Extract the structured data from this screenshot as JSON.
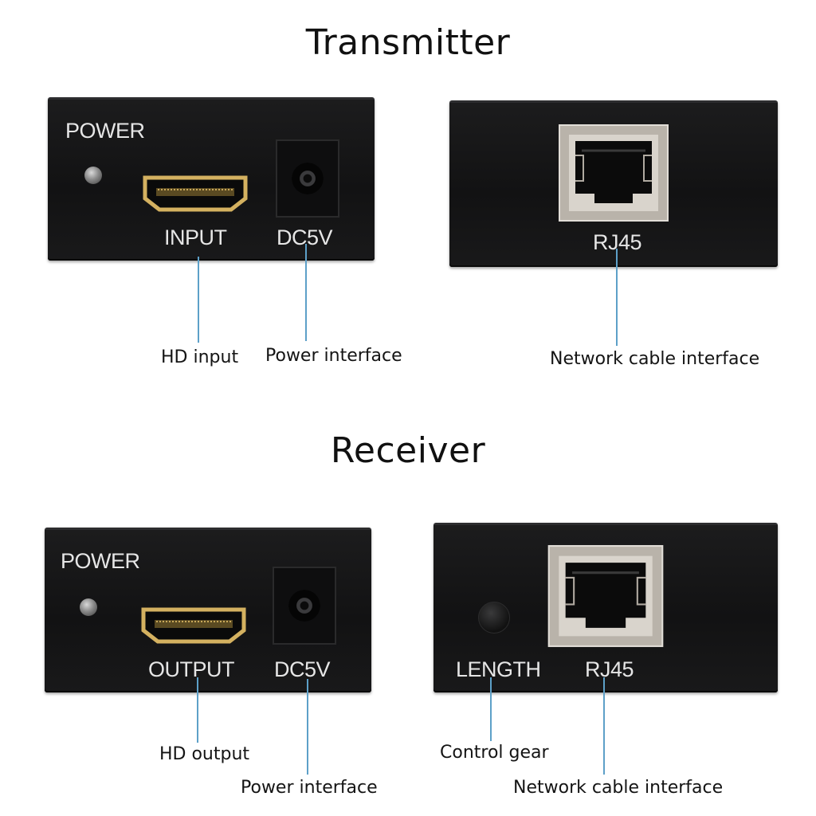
{
  "transmitter": {
    "title": "Transmitter",
    "front": {
      "power_label": "POWER",
      "input_label": "INPUT",
      "dc_label": "DC5V"
    },
    "back": {
      "rj45_label": "RJ45"
    },
    "captions": {
      "hd_input": "HD input",
      "power_interface": "Power interface",
      "network": "Network cable interface"
    }
  },
  "receiver": {
    "title": "Receiver",
    "front": {
      "power_label": "POWER",
      "output_label": "OUTPUT",
      "dc_label": "DC5V"
    },
    "back": {
      "length_label": "LENGTH",
      "rj45_label": "RJ45"
    },
    "captions": {
      "hd_output": "HD output",
      "power_interface": "Power interface",
      "control_gear": "Control gear",
      "network": "Network cable interface"
    }
  },
  "colors": {
    "leader_line": "#5da0c8",
    "hdmi_gold": "#d4b160",
    "device_body": "#151516"
  },
  "icons": {
    "hdmi_port": "hdmi-port-icon",
    "dc_jack": "dc-jack-icon",
    "rj45_port": "rj45-port-icon",
    "led": "led-icon",
    "length_button": "length-button-icon"
  }
}
